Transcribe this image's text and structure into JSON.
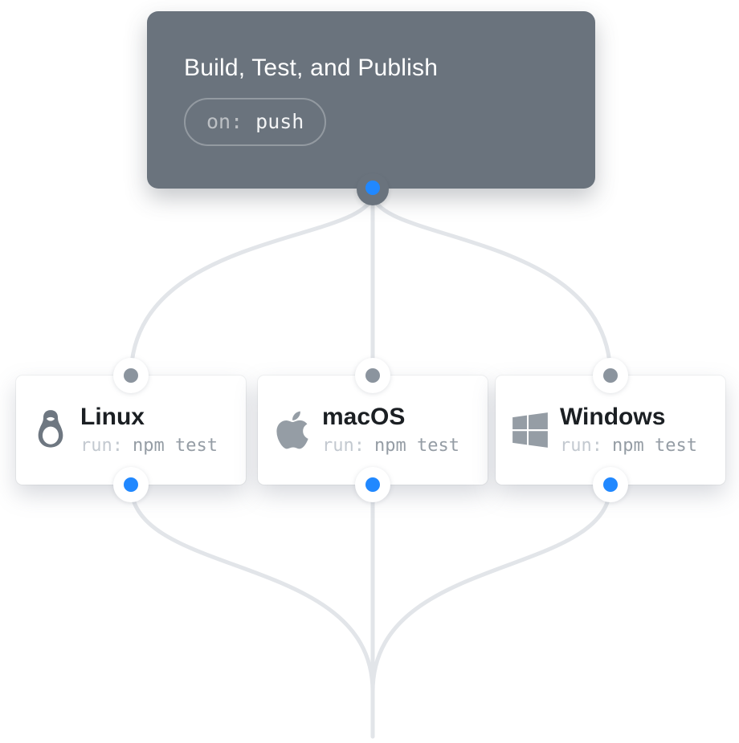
{
  "workflow": {
    "title": "Build, Test, and Publish",
    "trigger": {
      "label": "on:",
      "value": "push"
    }
  },
  "jobs": [
    {
      "title": "Linux",
      "icon": "linux-tux-icon",
      "run": {
        "label": "run:",
        "value": "npm test"
      }
    },
    {
      "title": "macOS",
      "icon": "apple-icon",
      "run": {
        "label": "run:",
        "value": "npm test"
      }
    },
    {
      "title": "Windows",
      "icon": "windows-icon",
      "run": {
        "label": "run:",
        "value": "npm test"
      }
    }
  ],
  "colors": {
    "workflow_card_bg": "#6a737d",
    "connector_line": "#e2e5e9",
    "port_out_dot": "#2188ff",
    "port_in_dot": "#8b949e",
    "icon_linux": "#6e7781",
    "icon_macos": "#959da5",
    "icon_windows": "#959da5"
  }
}
